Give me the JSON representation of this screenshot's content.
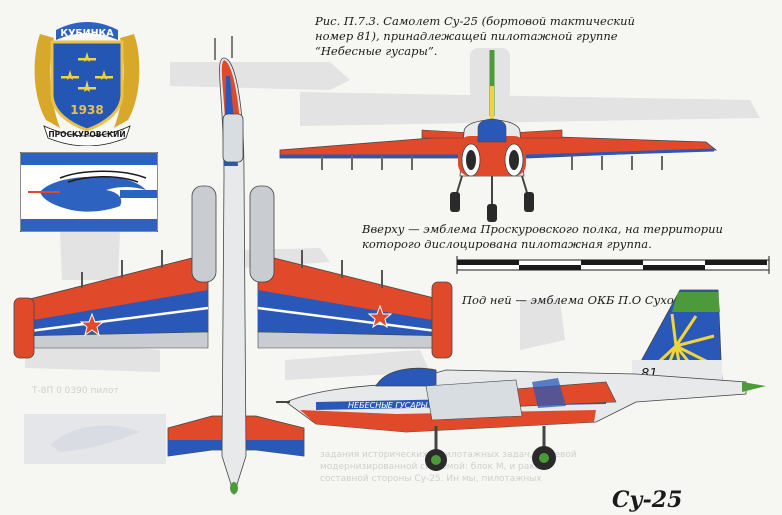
{
  "caption": "Рис. П.7.3. Самолет Су-25 (бортовой тактический номер 81), принадлежащей пилотажной группе “Небесные гусары”.",
  "note_top": "Вверху — эмблема Проскуровского полка, на территории которого дислоцирована пилотажная группа.",
  "note_bottom": "Под ней — эмблема ОКБ П.О Сухого.",
  "brand_label": "Су-25",
  "regiment_emblem": {
    "top_text": "КУБИНКА",
    "year": "1938",
    "bottom_text": "ПРОСКУРОВСКИЙ"
  },
  "aircraft": {
    "tail_number": "81",
    "fuselage_inscription": "НЕБЕСНЫЕ ГУСАРЫ"
  },
  "colors": {
    "red": "#e04a2a",
    "blue": "#2a58b8",
    "white": "#f2f2f2",
    "gray": "#c9ccd0",
    "gold": "#d7a82a",
    "yellow": "#f0d43a",
    "green": "#4c9a3a"
  }
}
